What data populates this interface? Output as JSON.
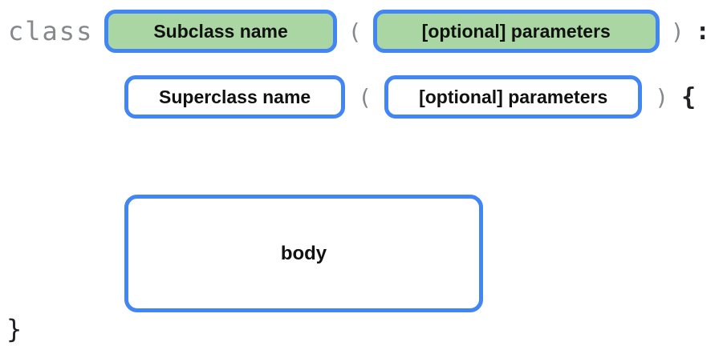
{
  "diagram": {
    "keyword": "class",
    "row1": {
      "subclass_name": "Subclass name",
      "open_paren": "(",
      "parameters": "[optional] parameters",
      "close_paren": ")",
      "colon": ":"
    },
    "row2": {
      "superclass_name": "Superclass name",
      "open_paren": "(",
      "parameters": "[optional] parameters",
      "close_paren": ")",
      "open_brace": "{"
    },
    "body_label": "body",
    "close_brace": "}",
    "colors": {
      "blue_border": "#4285f4",
      "green_fill": "#a9d6a2",
      "gray_text": "#85898d",
      "dark_text": "#202124"
    }
  }
}
